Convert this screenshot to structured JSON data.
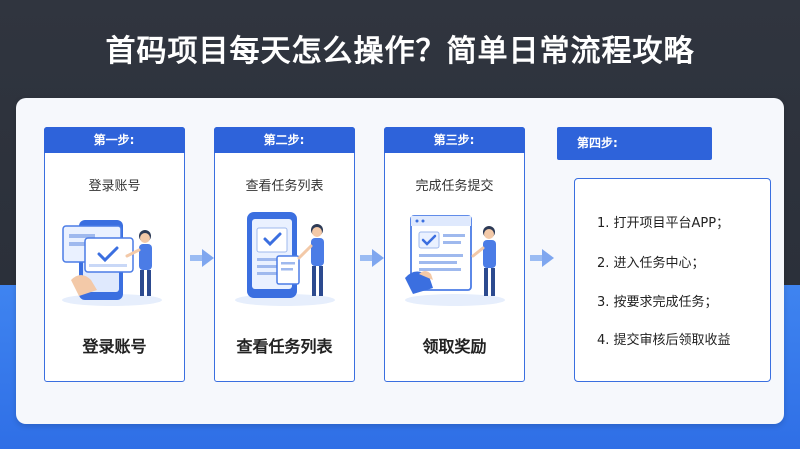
{
  "title": "首码项目每天怎么操作？简单日常流程攻略",
  "steps": [
    {
      "header": "第一步:",
      "subtitle": "登录账号",
      "main": "登录账号"
    },
    {
      "header": "第二步:",
      "subtitle": "查看任务列表",
      "main": "查看任务列表"
    },
    {
      "header": "第三步:",
      "subtitle": "完成任务提交",
      "main": "领取奖励"
    }
  ],
  "step4": {
    "header": "第四步:",
    "items": [
      "1. 打开项目平台APP；",
      "2. 进入任务中心；",
      "3. 按要求完成任务；",
      "4. 提交审核后领取收益"
    ]
  },
  "colors": {
    "accent": "#2e63da",
    "dark_bg": "#2f3440",
    "blue_bg": "#3a7cee"
  },
  "icons": [
    "login-illustration",
    "task-list-illustration",
    "document-submit-illustration",
    "arrow-right-icon"
  ]
}
